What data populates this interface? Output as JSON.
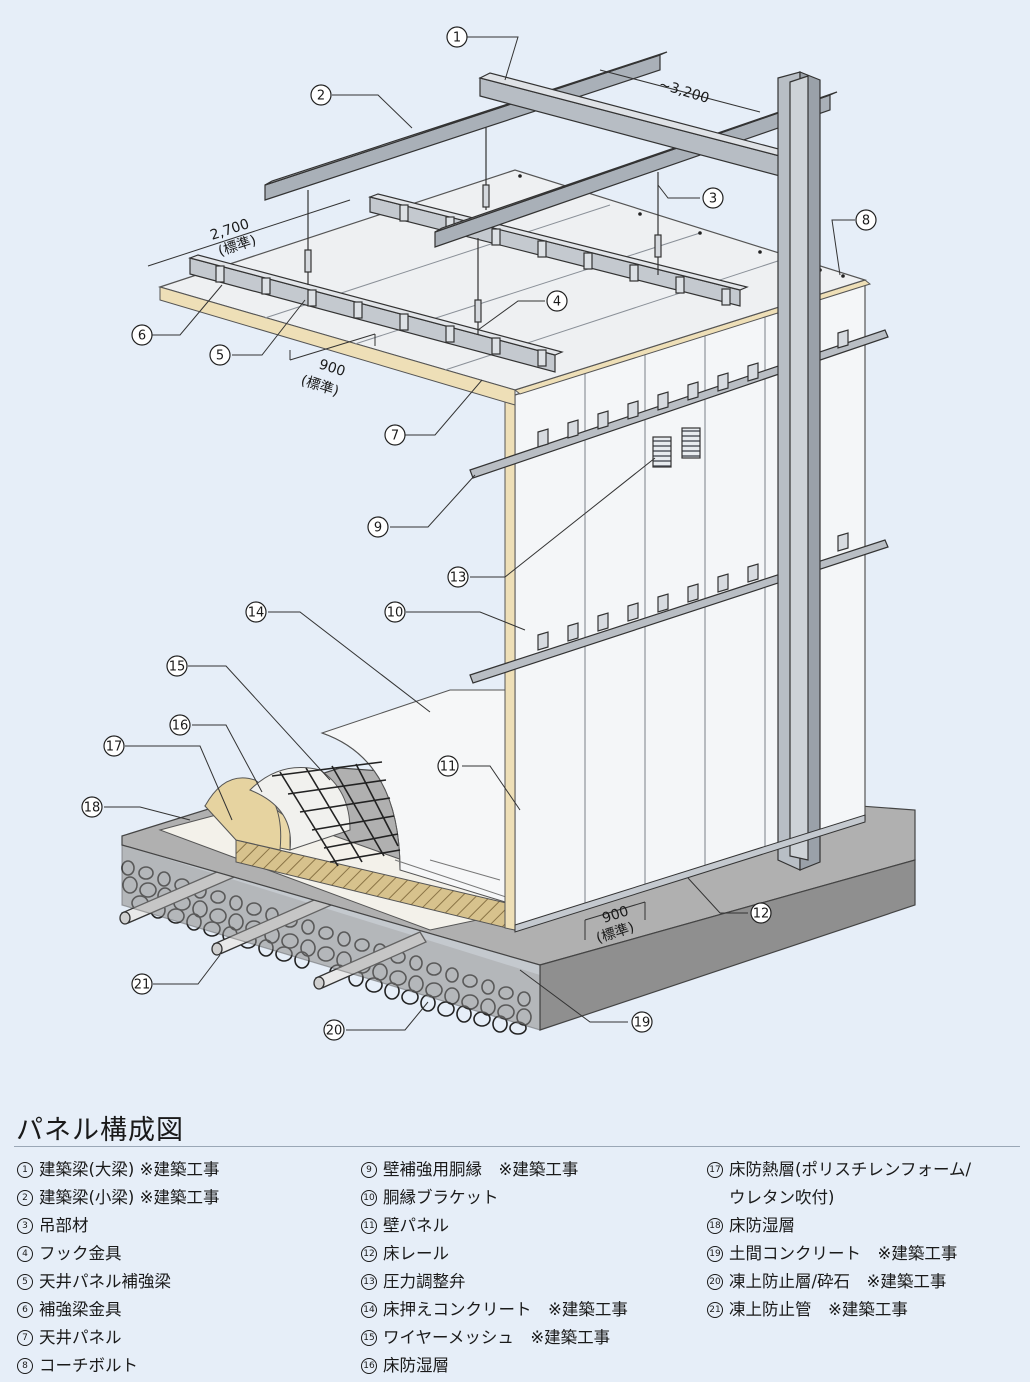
{
  "diagram": {
    "callouts": [
      "①",
      "②",
      "③",
      "④",
      "⑤",
      "⑥",
      "⑦",
      "⑧",
      "⑨",
      "⑩",
      "⑪",
      "⑫",
      "⑬",
      "⑭",
      "⑮",
      "⑯",
      "⑰",
      "⑱",
      "⑲",
      "⑳",
      "㉑"
    ],
    "dimensions": {
      "span_3200": "~3,200",
      "span_2700": "2,700",
      "span_2700_note": "(標準)",
      "ceiling_900": "900",
      "ceiling_900_note": "(標準)",
      "floor_900": "900",
      "floor_900_note": "(標準)"
    },
    "colors": {
      "background": "#e6eef8",
      "steel": "#a9b0b8",
      "panel_face": "#f4f6f8",
      "panel_core": "#efe2bf",
      "concrete": "#a6a6a6",
      "insulation": "#e6d4a4"
    }
  },
  "legend": {
    "title": "パネル構成図",
    "col1": [
      {
        "num": "①",
        "text": "建築梁(大梁) ※建築工事"
      },
      {
        "num": "②",
        "text": "建築梁(小梁) ※建築工事"
      },
      {
        "num": "③",
        "text": "吊部材"
      },
      {
        "num": "④",
        "text": "フック金具"
      },
      {
        "num": "⑤",
        "text": "天井パネル補強梁"
      },
      {
        "num": "⑥",
        "text": "補強梁金具"
      },
      {
        "num": "⑦",
        "text": "天井パネル"
      },
      {
        "num": "⑧",
        "text": "コーチボルト"
      }
    ],
    "col2": [
      {
        "num": "⑨",
        "text": "壁補強用胴縁　※建築工事"
      },
      {
        "num": "⑩",
        "text": "胴縁ブラケット"
      },
      {
        "num": "⑪",
        "text": "壁パネル"
      },
      {
        "num": "⑫",
        "text": "床レール"
      },
      {
        "num": "⑬",
        "text": "圧力調整弁"
      },
      {
        "num": "⑭",
        "text": "床押えコンクリート　※建築工事"
      },
      {
        "num": "⑮",
        "text": "ワイヤーメッシュ　※建築工事"
      },
      {
        "num": "⑯",
        "text": "床防湿層"
      }
    ],
    "col3": [
      {
        "num": "⑰",
        "text": "床防熱層(ポリスチレンフォーム/"
      },
      {
        "num": "",
        "text": "ウレタン吹付)"
      },
      {
        "num": "⑱",
        "text": "床防湿層"
      },
      {
        "num": "⑲",
        "text": "土間コンクリート　※建築工事"
      },
      {
        "num": "⑳",
        "text": "凍上防止層/砕石　※建築工事"
      },
      {
        "num": "㉑",
        "text": "凍上防止管　※建築工事"
      }
    ]
  }
}
